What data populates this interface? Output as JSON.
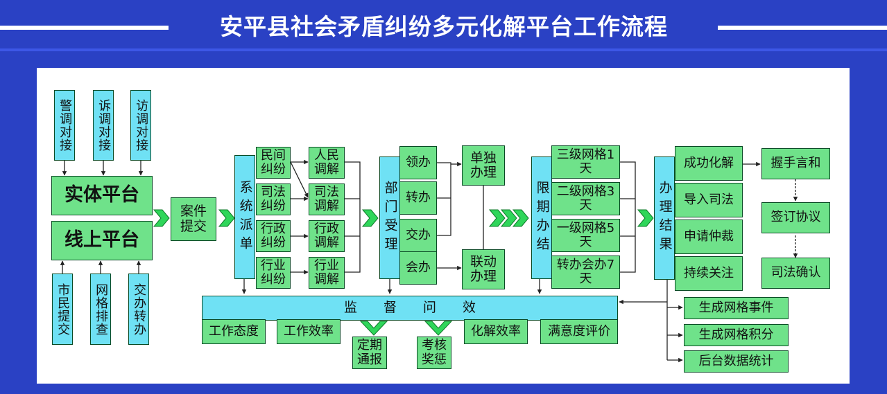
{
  "title": "安平县社会矛盾纠纷多元化解平台工作流程",
  "sources": {
    "police": "警调对接",
    "court": "诉调对接",
    "petition": "访调对接",
    "citizen": "市民提交",
    "grid": "网格排查",
    "transfer": "交办转办"
  },
  "platforms": {
    "physical": "实体平台",
    "online": "线上平台"
  },
  "submit": "案件提交",
  "dispatch": {
    "title": "系统派单",
    "types": [
      "民间纠纷",
      "司法纠纷",
      "行政纠纷",
      "行业纠纷"
    ],
    "mediations": [
      "人民调解",
      "司法调解",
      "行政调解",
      "行业调解"
    ]
  },
  "department": {
    "title": "部门受理",
    "actions": [
      "领办",
      "转办",
      "交办",
      "会办"
    ],
    "handling": [
      "单独办理",
      "联动办理"
    ]
  },
  "deadline": {
    "title": "限期办结",
    "levels": [
      "三级网格1天",
      "二级网格3天",
      "一级网格5天",
      "转办会办7天"
    ]
  },
  "result": {
    "title": "办理结果",
    "items": [
      "成功化解",
      "导入司法",
      "申请仲裁",
      "持续关注"
    ],
    "chain": [
      "握手言和",
      "签订协议",
      "司法确认"
    ]
  },
  "supervision": {
    "title": "监督问效",
    "items": [
      "工作态度",
      "工作效率",
      "化解效率",
      "满意度评价"
    ],
    "outputs": [
      "定期通报",
      "考核奖惩"
    ]
  },
  "outputs": [
    "生成网格事件",
    "生成网格积分",
    "后台数据统计"
  ],
  "colors": {
    "background": "#2a41c4",
    "green": "#6fe28a",
    "cyan": "#6fe1f4",
    "arrow": "#2fd65a"
  }
}
